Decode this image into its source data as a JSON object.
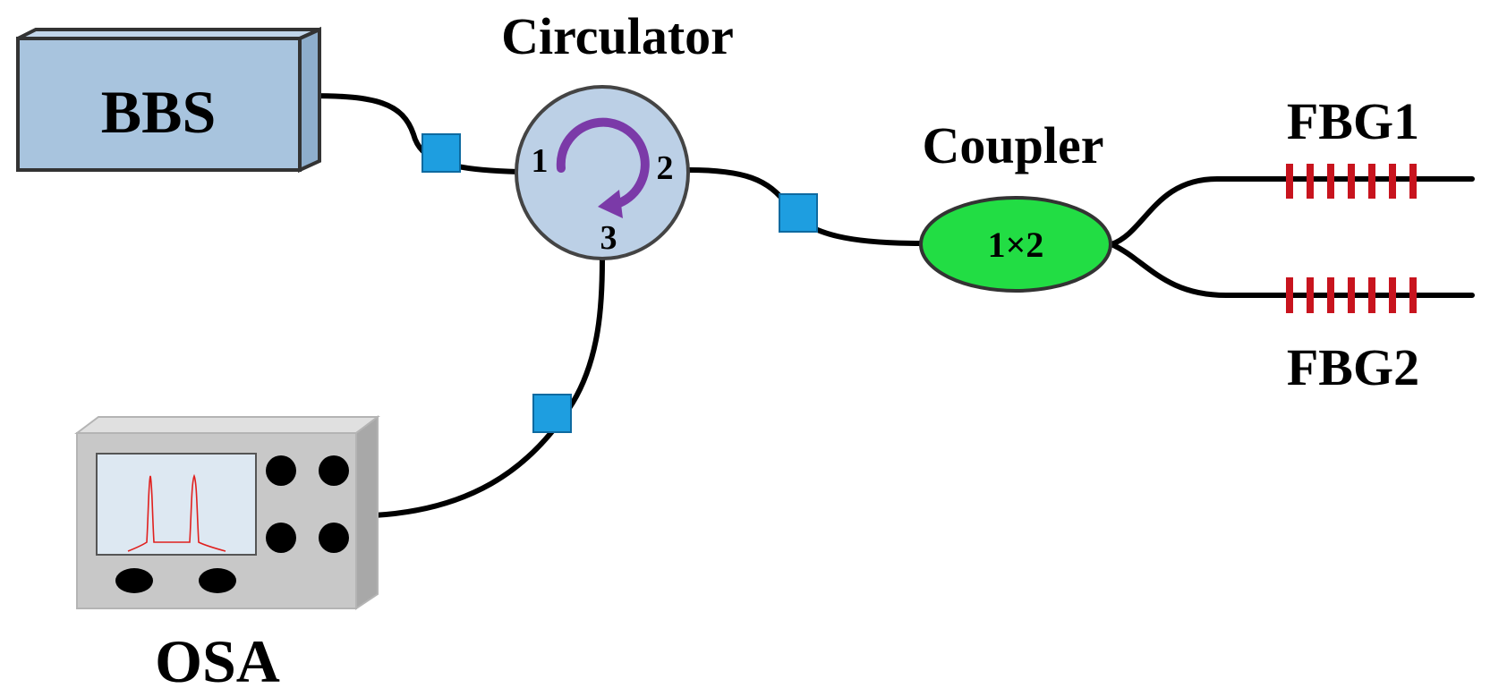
{
  "labels": {
    "source": "BBS",
    "circulator": "Circulator",
    "coupler": "Coupler",
    "coupler_ratio": "1×2",
    "grating_1": "FBG1",
    "grating_2": "FBG2",
    "analyzer": "OSA"
  },
  "circulator_ports": [
    "1",
    "2",
    "3"
  ],
  "colors": {
    "source_fill": "#a8c4de",
    "circulator_fill": "#bcd0e6",
    "coupler_fill": "#22dd44",
    "connector_fill": "#1e9ee0",
    "grating_color": "#c8141e",
    "arrow_color": "#7b3aa8",
    "osa_body": "#c8c8c8",
    "osa_screen": "#dde8f2",
    "osa_trace": "#e0201e",
    "fiber": "#000000"
  },
  "icons": {
    "circulator_arrow": "clockwise-circular-arrow-icon",
    "connector": "square-connector-icon",
    "grating": "grating-stripes-icon"
  }
}
